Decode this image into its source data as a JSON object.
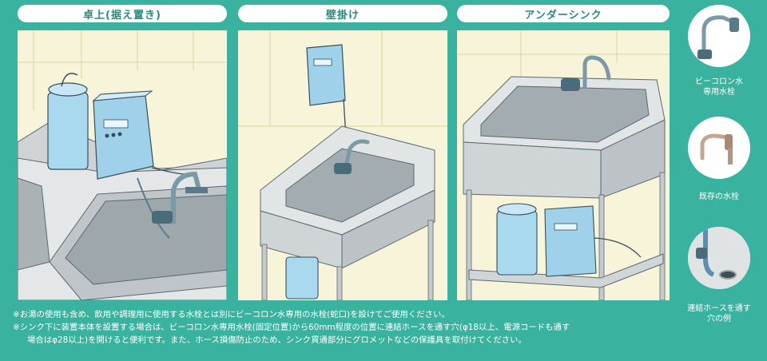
{
  "panels": [
    {
      "title": "卓上(据え置き)"
    },
    {
      "title": "壁掛け"
    },
    {
      "title": "アンダーシンク"
    }
  ],
  "side_items": [
    {
      "label_lines": [
        "ビーコロン水",
        "専用水栓"
      ],
      "icon": "biocolon-faucet-icon"
    },
    {
      "label_lines": [
        "既存の水栓"
      ],
      "icon": "existing-faucet-icon"
    },
    {
      "label_lines": [
        "連結ホースを通す",
        "穴の例"
      ],
      "icon": "hose-hole-icon"
    }
  ],
  "notes": [
    "※お湯の使用も含め、飲用や調理用に使用する水栓とは別にビーコロン水専用の水栓(蛇口)を設けてご使用ください。",
    "※シンク下に装置本体を設置する場合は、ビーコロン水専用水栓(固定位置)から60mm程度の位置に連結ホースを通す穴(φ18以上、電源コードも通す",
    "場合はφ28以上)を開けると便利です。また、ホース損傷防止のため、シンク貫通部分にグロメットなどの保護具を取付けてください。"
  ],
  "colors": {
    "background": "#39b2a0",
    "panel_bg": "#f7f4d9",
    "title_text": "#2a8a7c",
    "device_blue": "#a9d9ef",
    "steel": "#d8dbdc"
  }
}
